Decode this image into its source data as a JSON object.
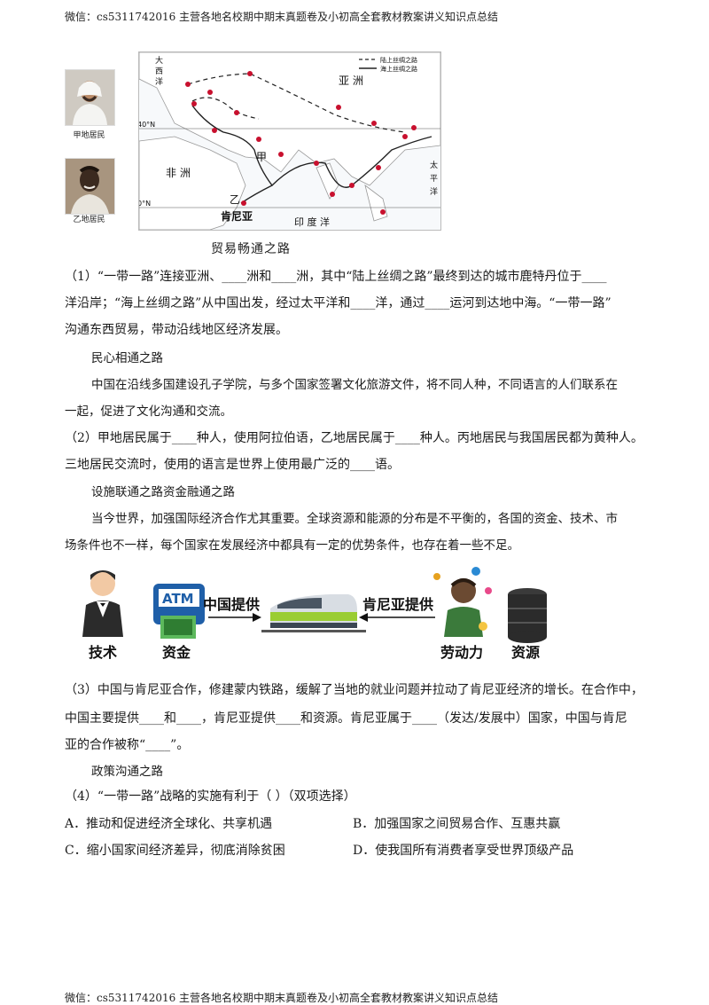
{
  "header": "微信：cs5311742016  主营各地名校期中期末真题卷及小初高全套教材教案讲义知识点总结",
  "footer": "微信：cs5311742016  主营各地名校期中期末真题卷及小初高全套教材教案讲义知识点总结",
  "photos": {
    "a_caption": "甲地居民",
    "b_caption": "乙地居民"
  },
  "map": {
    "legend_land": "陆上丝绸之路",
    "legend_sea": "海上丝绸之路",
    "asia": "亚  洲",
    "africa": "非  洲",
    "atlantic": "大\n西\n洋",
    "pacific": "太\n平\n洋",
    "indian": "印  度  洋",
    "jia": "甲",
    "yi": "乙",
    "kenya": "肯尼亚",
    "lat40": "40°N",
    "lat0": "0°N"
  },
  "map_title": "贸易畅通之路",
  "q1": [
    "（1）“一带一路”连接亚洲、____洲和____洲，其中“陆上丝绸之路”最终到达的城市鹿特丹位于____",
    "洋沿岸；“海上丝绸之路”从中国出发，经过太平洋和____洋，通过____运河到达地中海。“一带一路”",
    "沟通东西贸易，带动沿线地区经济发展。"
  ],
  "sec_people": "民心相通之路",
  "people_text": [
    "中国在沿线多国建设孔子学院，与多个国家签署文化旅游文件，将不同人种，不同语言的人们联系在",
    "一起，促进了文化沟通和交流。"
  ],
  "q2": [
    "（2）甲地居民属于____种人，使用阿拉伯语，乙地居民属于____种人。丙地居民与我国居民都为黄种人。",
    "三地居民交流时，使用的语言是世界上使用最广泛的____语。"
  ],
  "sec_infra": "设施联通之路资金融通之路",
  "infra_text": [
    "当今世界，加强国际经济合作尤其重要。全球资源和能源的分布是不平衡的，各国的资金、技术、市",
    "场条件也不一样，每个国家在发展经济中都具有一定的优势条件，也存在着一些不足。"
  ],
  "coop": {
    "atm": "ATM",
    "china_provides": "中国提供",
    "kenya_provides": "肯尼亚提供",
    "tech": "技术",
    "fund": "资金",
    "labor": "劳动力",
    "resource": "资源"
  },
  "q3": [
    "（3）中国与肯尼亚合作，修建蒙内铁路，缓解了当地的就业问题并拉动了肯尼亚经济的增长。在合作中，",
    "中国主要提供____和____，肯尼亚提供____和资源。肯尼亚属于____（发达/发展中）国家，中国与肯尼",
    "亚的合作被称“____”。"
  ],
  "sec_policy": "政策沟通之路",
  "q4": "（4）“一带一路”战略的实施有利于（    ）（双项选择）",
  "options": {
    "a": "A．推动和促进经济全球化、共享机遇",
    "b": "B．加强国家之间贸易合作、互惠共赢",
    "c": "C．缩小国家间经济差异，彻底消除贫困",
    "d": "D．使我国所有消费者享受世界顶级产品"
  },
  "colors": {
    "city_dot": "#c8102e",
    "route": "#222222",
    "train_green": "#9acd32"
  }
}
